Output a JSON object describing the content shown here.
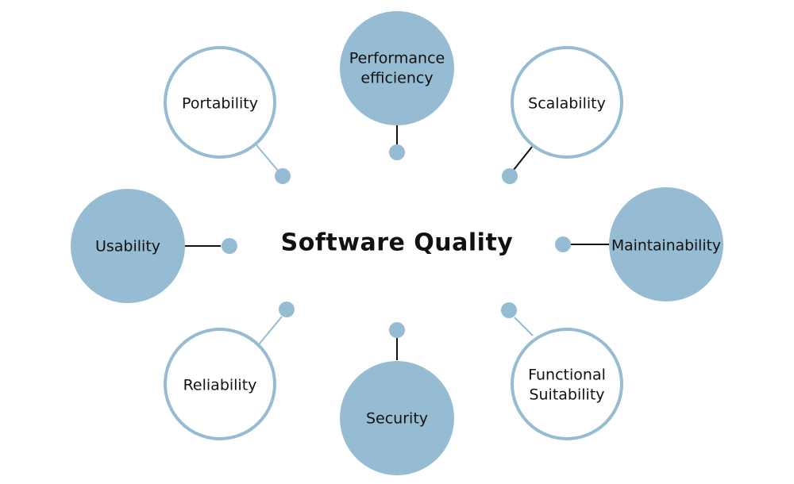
{
  "title": "Software Quality",
  "colors": {
    "fill": "#95bcd2",
    "outline": "#95bcd2",
    "connector_dark": "#111111",
    "connector_light": "#95bcd2",
    "text": "#111111"
  },
  "nodes": [
    {
      "id": "performance-efficiency",
      "lines": [
        "Performance",
        "efficiency"
      ],
      "style": "filled"
    },
    {
      "id": "portability",
      "lines": [
        "Portability"
      ],
      "style": "outline"
    },
    {
      "id": "scalability",
      "lines": [
        "Scalability"
      ],
      "style": "outline"
    },
    {
      "id": "usability",
      "lines": [
        "Usability"
      ],
      "style": "filled"
    },
    {
      "id": "maintainability",
      "lines": [
        "Maintainability"
      ],
      "style": "filled"
    },
    {
      "id": "reliability",
      "lines": [
        "Reliability"
      ],
      "style": "outline"
    },
    {
      "id": "security",
      "lines": [
        "Security"
      ],
      "style": "filled"
    },
    {
      "id": "functional-suitability",
      "lines": [
        "Functional",
        "Suitability"
      ],
      "style": "outline"
    }
  ]
}
